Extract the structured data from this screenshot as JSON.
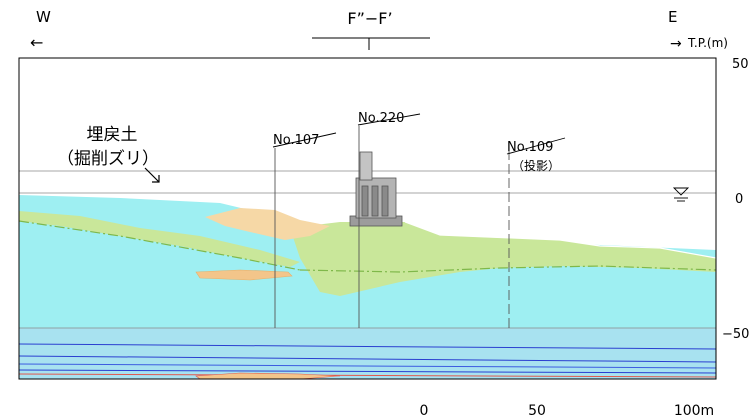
{
  "section": {
    "title": "F”−F’",
    "west": "W",
    "east": "E",
    "west_arrow": "←",
    "east_arrow": "→",
    "elevation_unit": "T.P.(m)"
  },
  "elevation_axis": {
    "ticks": [
      "50",
      "0",
      "−50"
    ],
    "water_level_symbol": "▽"
  },
  "annotations": {
    "backfill_line1": "埋戻土",
    "backfill_line2": "（掘削ズリ）",
    "borehole_107": "No.107",
    "borehole_220": "No.220",
    "borehole_109": "No.109",
    "borehole_109_note": "（投影）"
  },
  "scale_bar": {
    "labels": [
      "0",
      "50",
      "100m"
    ]
  },
  "colors": {
    "upper_layer": "#c9e79a",
    "fill_soil": "#f6d8a6",
    "main_layer": "#9eeff2",
    "lower_layer": "#a8e2f0",
    "lens_orange": "#f3c58a",
    "structure": "#9c9c9c",
    "bed_blue": "#2a3fd0",
    "bed_red": "#e0584d"
  }
}
